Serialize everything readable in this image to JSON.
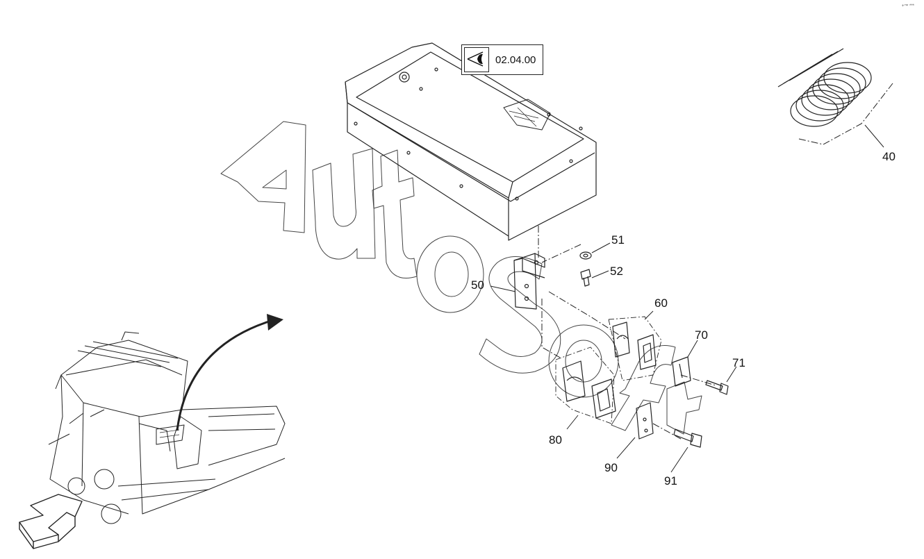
{
  "reference": {
    "code": "02.04.00"
  },
  "corner_mark": "+™ ***",
  "watermark": "AutoSoft",
  "callouts": [
    {
      "id": "40",
      "label": "40"
    },
    {
      "id": "51",
      "label": "51"
    },
    {
      "id": "52",
      "label": "52"
    },
    {
      "id": "50",
      "label": "50"
    },
    {
      "id": "60",
      "label": "60"
    },
    {
      "id": "70",
      "label": "70"
    },
    {
      "id": "71",
      "label": "71"
    },
    {
      "id": "80",
      "label": "80"
    },
    {
      "id": "90",
      "label": "90"
    },
    {
      "id": "91",
      "label": "91"
    }
  ]
}
